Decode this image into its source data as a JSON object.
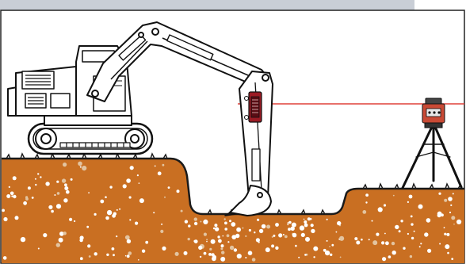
{
  "scene": {
    "subjects": [
      "excavator",
      "laser-receiver",
      "laser-beam",
      "rotary-laser-level",
      "tripod",
      "trench",
      "soil"
    ],
    "colors": {
      "frame": "#c9ced6",
      "soil": "#c96f22",
      "soil_dark": "#8c4712",
      "pebble": "#ffffff",
      "laser_beam": "#e0403a",
      "receiver_body": "#9b1b24",
      "laser_housing": "#c94a35",
      "outline": "#111111"
    }
  }
}
